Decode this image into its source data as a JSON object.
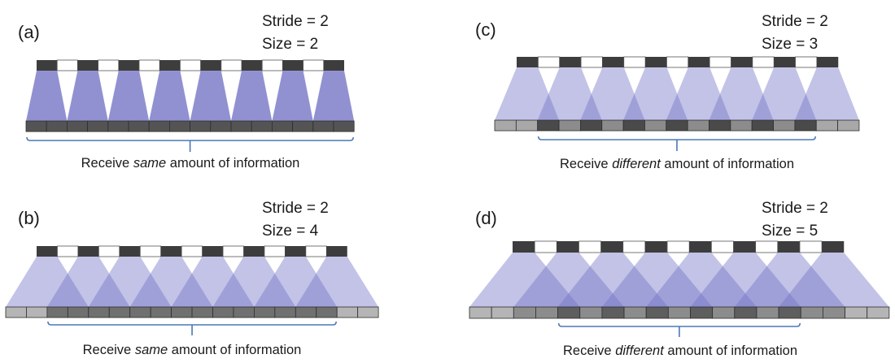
{
  "figure": {
    "description": "Transposed convolution / deconvolution overlap illustration: output units receive same or different amount of information depending on kernel size vs stride",
    "colors": {
      "projection_fill": "#6f6fc6",
      "projection_fill_solid": "#9191d1",
      "top_dark_cell": "#3d3d3d",
      "top_light_cell": "#ffffff",
      "bottom_dark_cell": "#545454",
      "bottom_mid_cell": "#8c8c8c",
      "bottom_light_cell": "#b5b5b5",
      "cell_border": "#2e2e2e",
      "brace": "#4a78b8",
      "text": "#1a1a1a"
    },
    "panels": [
      {
        "id": "a",
        "label": "(a)",
        "stride_text": "Stride = 2",
        "size_text": "Size = 2",
        "stride": 2,
        "kernel_size": 2,
        "top_cells": 15,
        "bottom_cells": 16,
        "caption_prefix": "Receive ",
        "caption_emphasis": "same",
        "caption_suffix": " amount of information",
        "uniform": true
      },
      {
        "id": "b",
        "label": "(b)",
        "stride_text": "Stride = 2",
        "size_text": "Size = 4",
        "stride": 2,
        "kernel_size": 4,
        "top_cells": 15,
        "bottom_cells": 18,
        "caption_prefix": "Receive ",
        "caption_emphasis": "same",
        "caption_suffix": " amount of information",
        "uniform": true
      },
      {
        "id": "c",
        "label": "(c)",
        "stride_text": "Stride = 2",
        "size_text": "Size = 3",
        "stride": 2,
        "kernel_size": 3,
        "top_cells": 15,
        "bottom_cells": 17,
        "caption_prefix": "Receive ",
        "caption_emphasis": "different",
        "caption_suffix": " amount of information",
        "uniform": false
      },
      {
        "id": "d",
        "label": "(d)",
        "stride_text": "Stride = 2",
        "size_text": "Size = 5",
        "stride": 2,
        "kernel_size": 5,
        "top_cells": 15,
        "bottom_cells": 19,
        "caption_prefix": "Receive ",
        "caption_emphasis": "different",
        "caption_suffix": " amount of information",
        "uniform": false
      }
    ]
  }
}
